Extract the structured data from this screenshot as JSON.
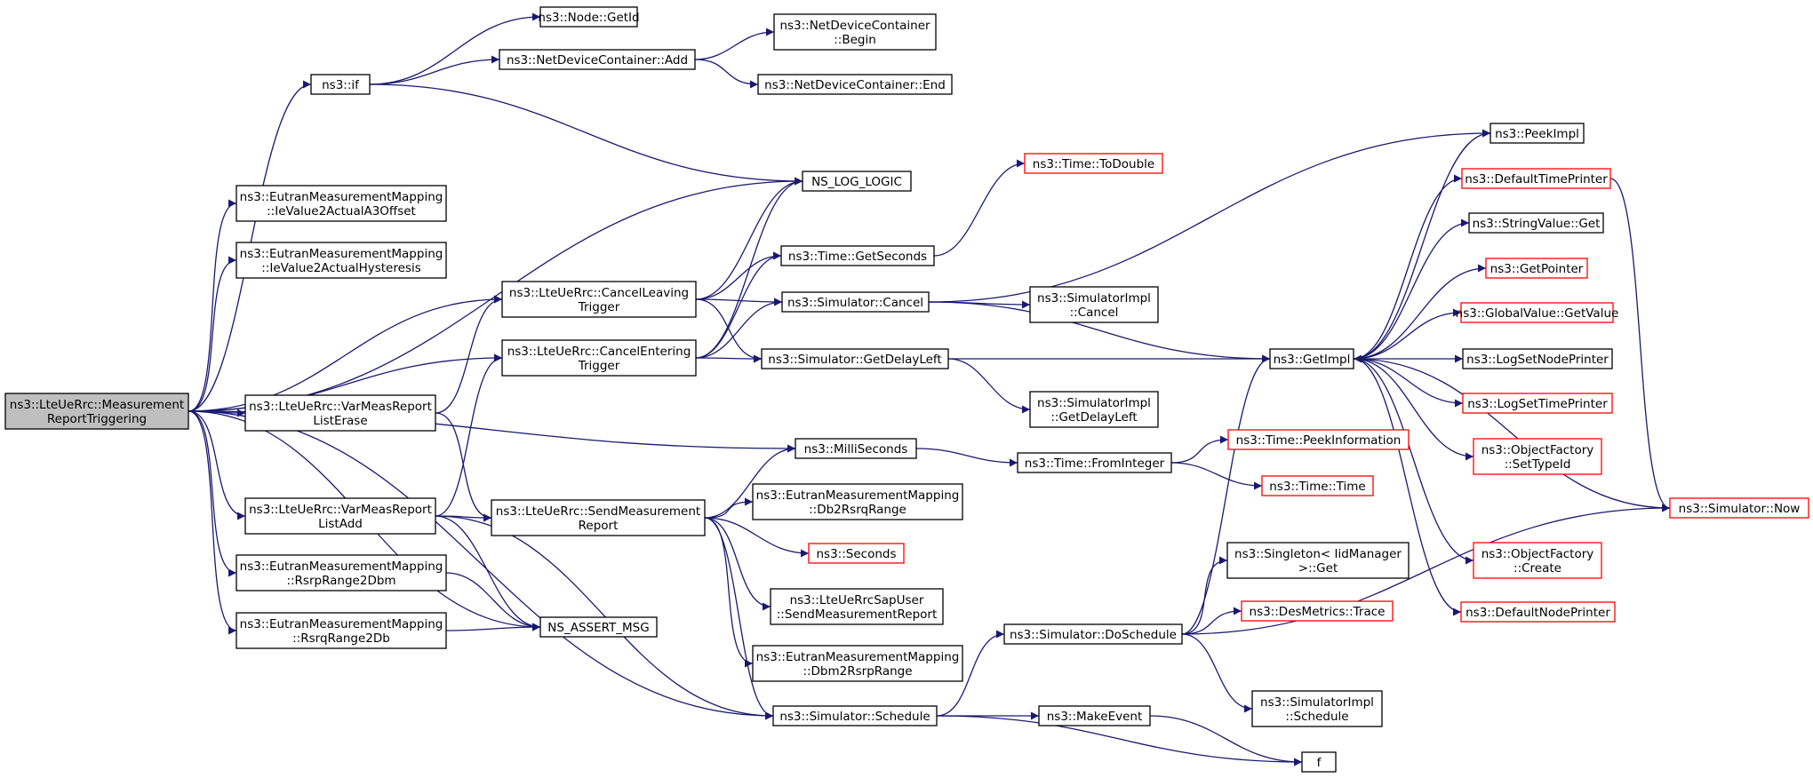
{
  "nodes": {
    "root": {
      "lines": [
        "ns3::LteUeRrc::Measurement",
        "ReportTriggering"
      ],
      "style": "root"
    },
    "if": {
      "lines": [
        "ns3::if"
      ],
      "style": "normal"
    },
    "nodeGetId": {
      "lines": [
        "ns3::Node::GetId"
      ],
      "style": "normal"
    },
    "ndcAdd": {
      "lines": [
        "ns3::NetDeviceContainer::Add"
      ],
      "style": "normal"
    },
    "ndcBegin": {
      "lines": [
        "ns3::NetDeviceContainer",
        "::Begin"
      ],
      "style": "normal"
    },
    "ndcEnd": {
      "lines": [
        "ns3::NetDeviceContainer::End"
      ],
      "style": "normal"
    },
    "nsLogLogic": {
      "lines": [
        "NS_LOG_LOGIC"
      ],
      "style": "normal"
    },
    "iev2a3": {
      "lines": [
        "ns3::EutranMeasurementMapping",
        "::IeValue2ActualA3Offset"
      ],
      "style": "normal"
    },
    "iev2hys": {
      "lines": [
        "ns3::EutranMeasurementMapping",
        "::IeValue2ActualHysteresis"
      ],
      "style": "normal"
    },
    "cancelLeaving": {
      "lines": [
        "ns3::LteUeRrc::CancelLeaving",
        "Trigger"
      ],
      "style": "normal"
    },
    "cancelEntering": {
      "lines": [
        "ns3::LteUeRrc::CancelEntering",
        "Trigger"
      ],
      "style": "normal"
    },
    "varErase": {
      "lines": [
        "ns3::LteUeRrc::VarMeasReport",
        "ListErase"
      ],
      "style": "normal"
    },
    "varAdd": {
      "lines": [
        "ns3::LteUeRrc::VarMeasReport",
        "ListAdd"
      ],
      "style": "normal"
    },
    "rsrpR2dbm": {
      "lines": [
        "ns3::EutranMeasurementMapping",
        "::RsrpRange2Dbm"
      ],
      "style": "normal"
    },
    "rsrqR2db": {
      "lines": [
        "ns3::EutranMeasurementMapping",
        "::RsrqRange2Db"
      ],
      "style": "normal"
    },
    "nsAssert": {
      "lines": [
        "NS_ASSERT_MSG"
      ],
      "style": "normal"
    },
    "timeToDouble": {
      "lines": [
        "ns3::Time::ToDouble"
      ],
      "style": "red"
    },
    "timeGetSeconds": {
      "lines": [
        "ns3::Time::GetSeconds"
      ],
      "style": "normal"
    },
    "simCancel": {
      "lines": [
        "ns3::Simulator::Cancel"
      ],
      "style": "normal"
    },
    "simGetDelayLeft": {
      "lines": [
        "ns3::Simulator::GetDelayLeft"
      ],
      "style": "normal"
    },
    "simImplCancel": {
      "lines": [
        "ns3::SimulatorImpl",
        "::Cancel"
      ],
      "style": "normal"
    },
    "simImplGetDelayLeft": {
      "lines": [
        "ns3::SimulatorImpl",
        "::GetDelayLeft"
      ],
      "style": "normal"
    },
    "milliSeconds": {
      "lines": [
        "ns3::MilliSeconds"
      ],
      "style": "normal"
    },
    "timeFromInteger": {
      "lines": [
        "ns3::Time::FromInteger"
      ],
      "style": "normal"
    },
    "sendMeasReport": {
      "lines": [
        "ns3::LteUeRrc::SendMeasurement",
        "Report"
      ],
      "style": "normal"
    },
    "db2rsrq": {
      "lines": [
        "ns3::EutranMeasurementMapping",
        "::Db2RsrqRange"
      ],
      "style": "normal"
    },
    "seconds": {
      "lines": [
        "ns3::Seconds"
      ],
      "style": "red"
    },
    "sapUserSend": {
      "lines": [
        "ns3::LteUeRrcSapUser",
        "::SendMeasurementReport"
      ],
      "style": "normal"
    },
    "dbm2rsrp": {
      "lines": [
        "ns3::EutranMeasurementMapping",
        "::Dbm2RsrpRange"
      ],
      "style": "normal"
    },
    "simSchedule": {
      "lines": [
        "ns3::Simulator::Schedule"
      ],
      "style": "normal"
    },
    "makeEvent": {
      "lines": [
        "ns3::MakeEvent"
      ],
      "style": "normal"
    },
    "f": {
      "lines": [
        "f"
      ],
      "style": "normal"
    },
    "simDoSchedule": {
      "lines": [
        "ns3::Simulator::DoSchedule"
      ],
      "style": "normal"
    },
    "singletonGet": {
      "lines": [
        "ns3::Singleton< IidManager",
        " >::Get"
      ],
      "style": "normal"
    },
    "desMetricsTrace": {
      "lines": [
        "ns3::DesMetrics::Trace"
      ],
      "style": "red"
    },
    "simImplSchedule": {
      "lines": [
        "ns3::SimulatorImpl",
        "::Schedule"
      ],
      "style": "normal"
    },
    "timePeekInfo": {
      "lines": [
        "ns3::Time::PeekInformation"
      ],
      "style": "red"
    },
    "timeTime": {
      "lines": [
        "ns3::Time::Time"
      ],
      "style": "red"
    },
    "getImpl": {
      "lines": [
        "ns3::GetImpl"
      ],
      "style": "normal"
    },
    "peekImpl": {
      "lines": [
        "ns3::PeekImpl"
      ],
      "style": "normal"
    },
    "defTimePrinter": {
      "lines": [
        "ns3::DefaultTimePrinter"
      ],
      "style": "red"
    },
    "stringValueGet": {
      "lines": [
        "ns3::StringValue::Get"
      ],
      "style": "normal"
    },
    "getPointer": {
      "lines": [
        "ns3::GetPointer"
      ],
      "style": "red"
    },
    "globalValueGet": {
      "lines": [
        "ns3::GlobalValue::GetValue"
      ],
      "style": "red"
    },
    "logSetNodePrinter": {
      "lines": [
        "ns3::LogSetNodePrinter"
      ],
      "style": "normal"
    },
    "logSetTimePrinter": {
      "lines": [
        "ns3::LogSetTimePrinter"
      ],
      "style": "red"
    },
    "objFactSetTypeId": {
      "lines": [
        "ns3::ObjectFactory",
        "::SetTypeId"
      ],
      "style": "red"
    },
    "simNow": {
      "lines": [
        "ns3::Simulator::Now"
      ],
      "style": "red"
    },
    "objFactCreate": {
      "lines": [
        "ns3::ObjectFactory",
        "::Create"
      ],
      "style": "red"
    },
    "defNodePrinter": {
      "lines": [
        "ns3::DefaultNodePrinter"
      ],
      "style": "red"
    }
  },
  "edges": [
    [
      "root",
      "if"
    ],
    [
      "root",
      "nsLogLogic"
    ],
    [
      "root",
      "iev2a3"
    ],
    [
      "root",
      "iev2hys"
    ],
    [
      "root",
      "cancelLeaving"
    ],
    [
      "root",
      "cancelEntering"
    ],
    [
      "root",
      "varErase"
    ],
    [
      "root",
      "milliSeconds"
    ],
    [
      "root",
      "varAdd"
    ],
    [
      "root",
      "rsrpR2dbm"
    ],
    [
      "root",
      "rsrqR2db"
    ],
    [
      "root",
      "nsAssert"
    ],
    [
      "root",
      "simSchedule"
    ],
    [
      "if",
      "nodeGetId"
    ],
    [
      "if",
      "ndcAdd"
    ],
    [
      "if",
      "nsLogLogic"
    ],
    [
      "ndcAdd",
      "ndcBegin"
    ],
    [
      "ndcAdd",
      "ndcEnd"
    ],
    [
      "cancelLeaving",
      "nsLogLogic"
    ],
    [
      "cancelLeaving",
      "timeGetSeconds"
    ],
    [
      "cancelLeaving",
      "simCancel"
    ],
    [
      "cancelLeaving",
      "simGetDelayLeft"
    ],
    [
      "cancelEntering",
      "nsLogLogic"
    ],
    [
      "cancelEntering",
      "timeGetSeconds"
    ],
    [
      "cancelEntering",
      "simCancel"
    ],
    [
      "cancelEntering",
      "simGetDelayLeft"
    ],
    [
      "varErase",
      "cancelLeaving"
    ],
    [
      "varErase",
      "sendMeasReport"
    ],
    [
      "varAdd",
      "cancelEntering"
    ],
    [
      "varAdd",
      "sendMeasReport"
    ],
    [
      "varAdd",
      "nsAssert"
    ],
    [
      "varAdd",
      "simSchedule"
    ],
    [
      "rsrpR2dbm",
      "nsAssert"
    ],
    [
      "rsrqR2db",
      "nsAssert"
    ],
    [
      "timeGetSeconds",
      "timeToDouble"
    ],
    [
      "simCancel",
      "peekImpl"
    ],
    [
      "simCancel",
      "getImpl"
    ],
    [
      "simCancel",
      "simImplCancel"
    ],
    [
      "simGetDelayLeft",
      "getImpl"
    ],
    [
      "simGetDelayLeft",
      "simImplGetDelayLeft"
    ],
    [
      "milliSeconds",
      "timeFromInteger"
    ],
    [
      "timeFromInteger",
      "timePeekInfo"
    ],
    [
      "timeFromInteger",
      "timeTime"
    ],
    [
      "sendMeasReport",
      "milliSeconds"
    ],
    [
      "sendMeasReport",
      "db2rsrq"
    ],
    [
      "sendMeasReport",
      "seconds"
    ],
    [
      "sendMeasReport",
      "sapUserSend"
    ],
    [
      "sendMeasReport",
      "dbm2rsrp"
    ],
    [
      "sendMeasReport",
      "simSchedule"
    ],
    [
      "simSchedule",
      "simDoSchedule"
    ],
    [
      "simSchedule",
      "makeEvent"
    ],
    [
      "simSchedule",
      "f"
    ],
    [
      "makeEvent",
      "f"
    ],
    [
      "simDoSchedule",
      "getImpl"
    ],
    [
      "simDoSchedule",
      "singletonGet"
    ],
    [
      "simDoSchedule",
      "desMetricsTrace"
    ],
    [
      "simDoSchedule",
      "simImplSchedule"
    ],
    [
      "simDoSchedule",
      "simNow"
    ],
    [
      "getImpl",
      "peekImpl"
    ],
    [
      "getImpl",
      "defTimePrinter"
    ],
    [
      "getImpl",
      "stringValueGet"
    ],
    [
      "getImpl",
      "getPointer"
    ],
    [
      "getImpl",
      "globalValueGet"
    ],
    [
      "getImpl",
      "logSetNodePrinter"
    ],
    [
      "getImpl",
      "logSetTimePrinter"
    ],
    [
      "getImpl",
      "objFactSetTypeId"
    ],
    [
      "getImpl",
      "objFactCreate"
    ],
    [
      "getImpl",
      "defNodePrinter"
    ],
    [
      "simNow",
      "getImpl"
    ],
    [
      "defTimePrinter",
      "simNow"
    ]
  ]
}
